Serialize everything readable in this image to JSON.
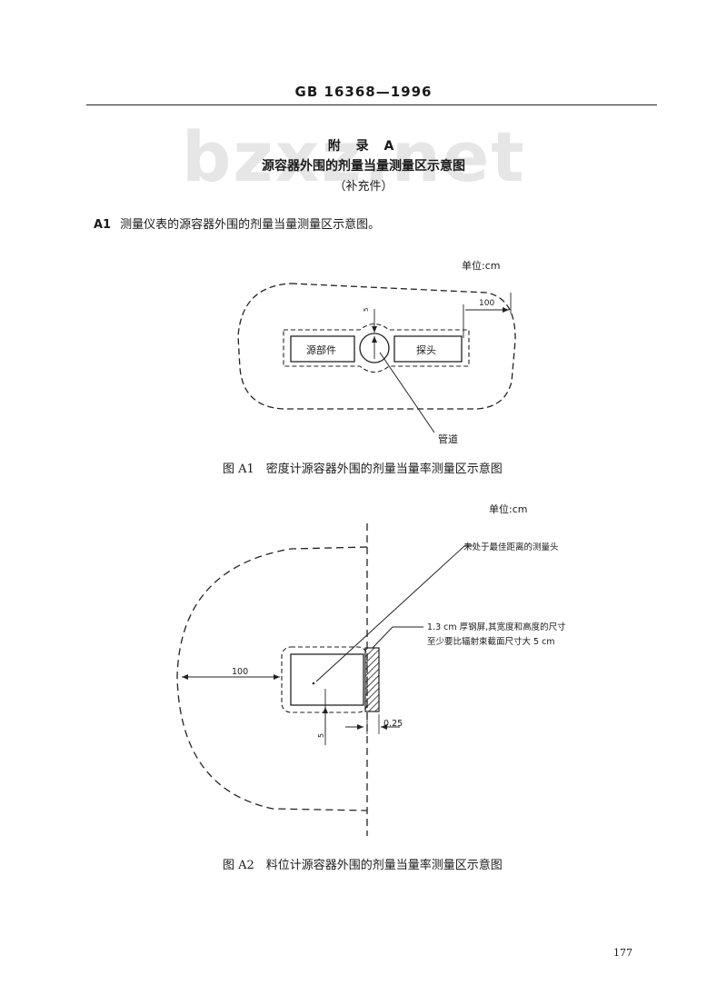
{
  "header": {
    "standard_code": "GB 16368—1996"
  },
  "watermark": {
    "text": "bzxz.net"
  },
  "appendix": {
    "label": "附 录 A",
    "title": "源容器外围的剂量当量测量区示意图",
    "subtitle": "（补充件）"
  },
  "section_a1": {
    "number": "A1",
    "text": "测量仪表的源容器外围的剂量当量测量区示意图。"
  },
  "figure_a1": {
    "unit": "单位:cm",
    "source_label": "源部件",
    "probe_label": "探头",
    "pipe_label": "管道",
    "dim_100": "100",
    "dim_5": "5",
    "caption": "图 A1　密度计源容器外围的剂量当量率测量区示意图"
  },
  "figure_a2": {
    "unit": "单位:cm",
    "probe_note": "未处于最佳距离的测量头",
    "shield_note_1": "1.3 cm 厚钢屏,其宽度和高度的尺寸",
    "shield_note_2": "至少要比辐射束截面尺寸大 5 cm",
    "dim_100": "100",
    "dim_5": "5",
    "dim_025": "0.25",
    "caption": "图 A2　料位计源容器外围的剂量当量率测量区示意图"
  },
  "footer": {
    "page_number": "177"
  }
}
